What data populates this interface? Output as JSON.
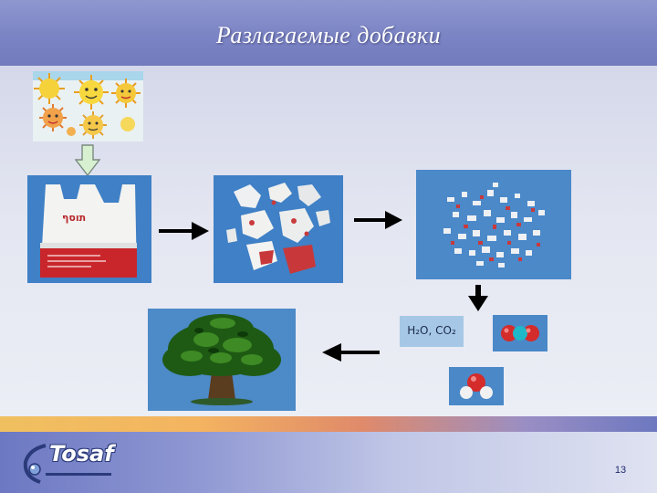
{
  "title": "Разлагаемые добавки",
  "bag_text": "תוסף",
  "formula_label": "H₂O, CO₂",
  "logo_text": "Tosaf",
  "page_number": "13",
  "colors": {
    "header": "#7b84c4",
    "slide_background": "#dfe2ef",
    "photo_background": "#3f7ec4",
    "arrow": "#000000",
    "down_arrow_fill": "#d7f0d0",
    "stripe": [
      "#f0c060",
      "#e08a6a",
      "#6d78c0"
    ]
  },
  "icons": [
    "sun-icon",
    "down-arrow-icon",
    "right-arrow-icon",
    "left-arrow-icon",
    "co2-molecule-icon",
    "water-molecule-icon",
    "tree-icon",
    "tosaf-logo"
  ]
}
